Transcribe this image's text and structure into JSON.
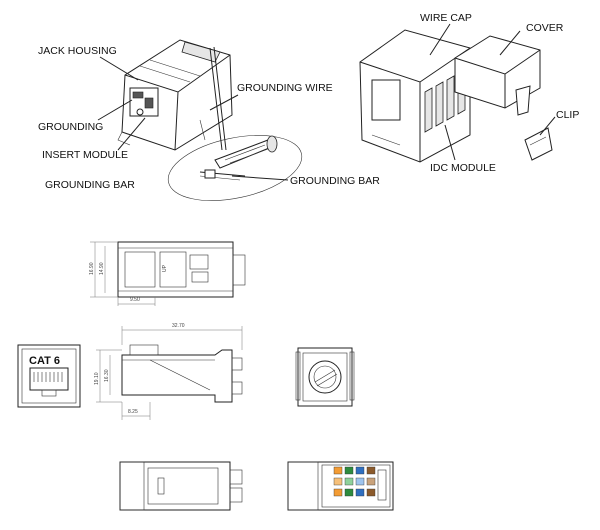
{
  "callouts": {
    "jack_housing": "JACK HOUSING",
    "grounding_wire": "GROUNDING WIRE",
    "grounding": "GROUNDING",
    "insert_module": "INSERT MODULE",
    "grounding_bar_left": "GROUNDING BAR",
    "grounding_bar_right": "GROUNDING BAR",
    "wire_cap": "WIRE CAP",
    "cover": "COVER",
    "clip": "CLIP",
    "idc_module": "IDC MODULE"
  },
  "front_view_label": "CAT 6",
  "up_marking": "UP",
  "dimensions": {
    "top_height_a": "16.90",
    "top_height_b": "14.90",
    "top_width": "9.50",
    "side_length": "32.70",
    "side_height_a": "19.10",
    "side_height_b": "16.30",
    "side_offset": "8.25"
  }
}
